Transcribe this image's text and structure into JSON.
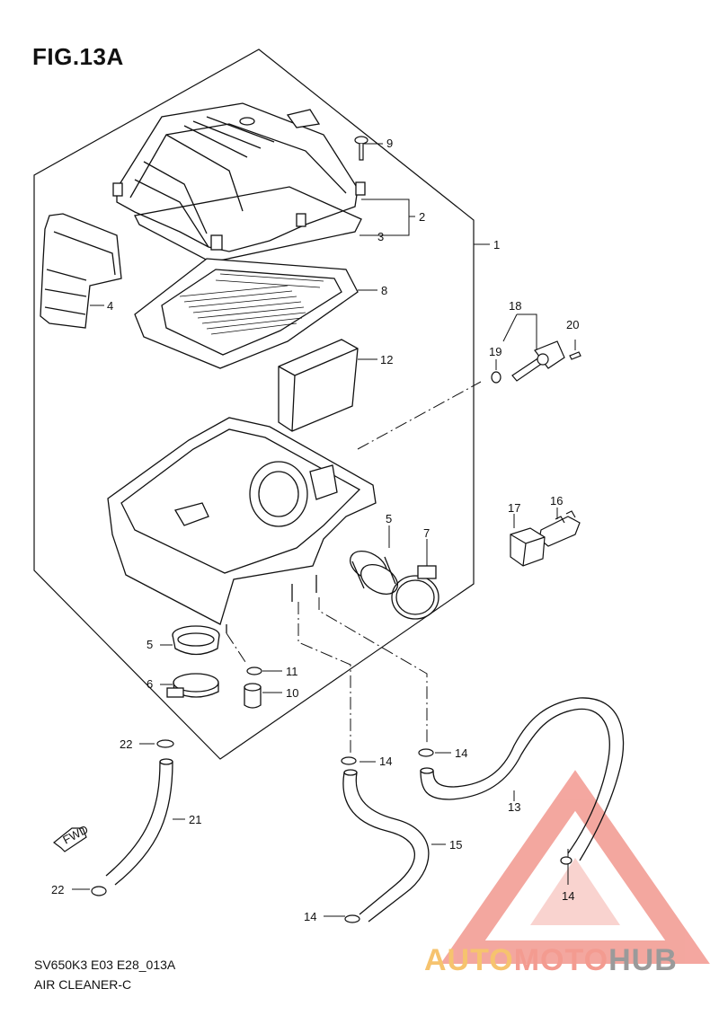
{
  "figure": {
    "title": "FIG.13A",
    "code": "SV650K3 E03 E28_013A",
    "name": "AIR CLEANER-C"
  },
  "watermark": {
    "part_a": "AUTO",
    "part_b": "MOTO",
    "part_c": "HUB",
    "color_a": "#f6c36e",
    "color_b": "#f39b90",
    "color_c": "#9a9a9a",
    "triangle_color": "#f08a80"
  },
  "fwd_label": "FWD",
  "callouts": [
    {
      "key": "c1",
      "text": "1"
    },
    {
      "key": "c2",
      "text": "2"
    },
    {
      "key": "c3",
      "text": "3"
    },
    {
      "key": "c4",
      "text": "4"
    },
    {
      "key": "c5a",
      "text": "5"
    },
    {
      "key": "c5b",
      "text": "5"
    },
    {
      "key": "c6",
      "text": "6"
    },
    {
      "key": "c7",
      "text": "7"
    },
    {
      "key": "c8",
      "text": "8"
    },
    {
      "key": "c9",
      "text": "9"
    },
    {
      "key": "c10",
      "text": "10"
    },
    {
      "key": "c11",
      "text": "11"
    },
    {
      "key": "c12",
      "text": "12"
    },
    {
      "key": "c13",
      "text": "13"
    },
    {
      "key": "c14a",
      "text": "14"
    },
    {
      "key": "c14b",
      "text": "14"
    },
    {
      "key": "c14c",
      "text": "14"
    },
    {
      "key": "c14d",
      "text": "14"
    },
    {
      "key": "c15",
      "text": "15"
    },
    {
      "key": "c16",
      "text": "16"
    },
    {
      "key": "c17",
      "text": "17"
    },
    {
      "key": "c18",
      "text": "18"
    },
    {
      "key": "c19",
      "text": "19"
    },
    {
      "key": "c20",
      "text": "20"
    },
    {
      "key": "c21",
      "text": "21"
    },
    {
      "key": "c22a",
      "text": "22"
    },
    {
      "key": "c22b",
      "text": "22"
    }
  ]
}
